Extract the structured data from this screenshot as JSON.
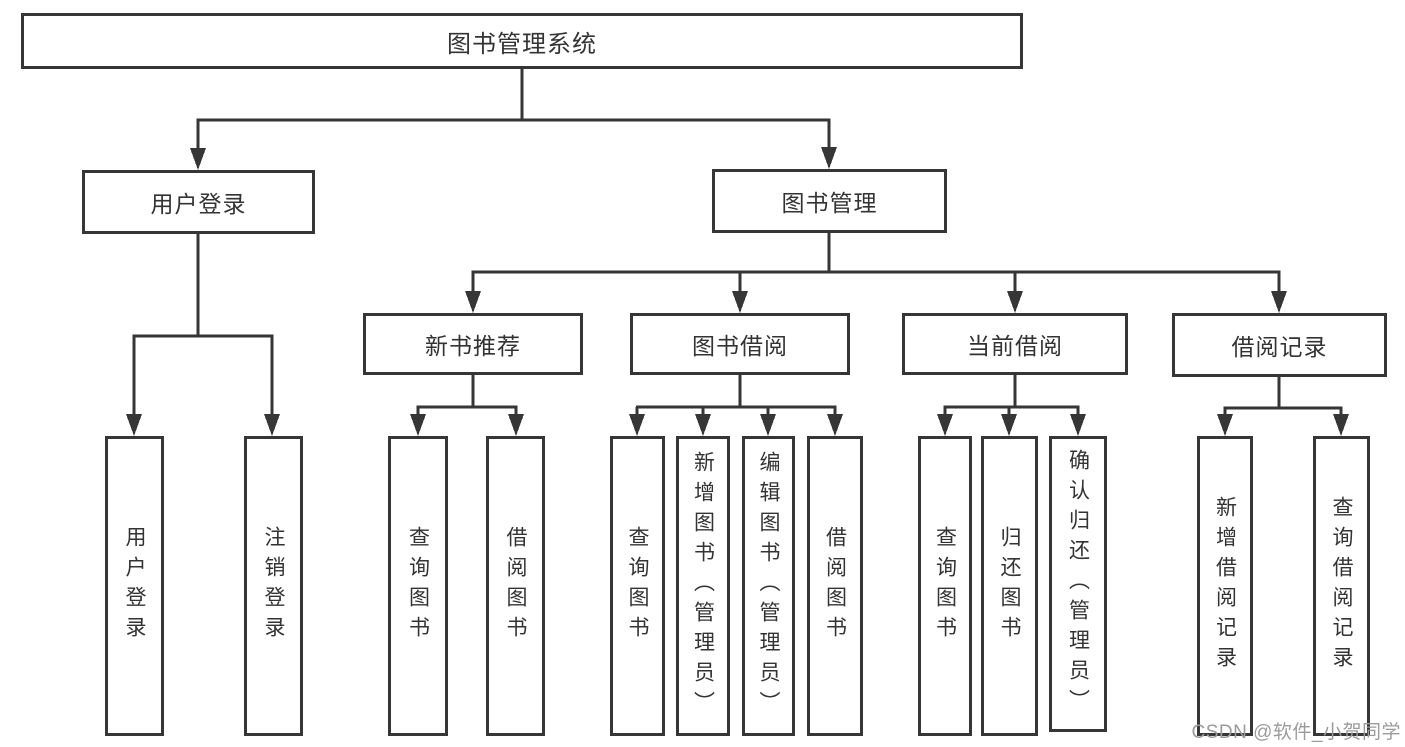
{
  "diagram_type": "hierarchy-tree",
  "colors": {
    "background": "#ffffff",
    "box_border": "#363636",
    "connector_line": "#363636",
    "text": "#333333",
    "watermark_text": "#9b9b9b"
  },
  "nodes": {
    "root": {
      "label": "图书管理系统"
    },
    "user_login": {
      "label": "用户登录"
    },
    "book_mgmt": {
      "label": "图书管理"
    },
    "new_book_rec": {
      "label": "新书推荐"
    },
    "book_borrow": {
      "label": "图书借阅"
    },
    "current_borrow": {
      "label": "当前借阅"
    },
    "borrow_record": {
      "label": "借阅记录"
    }
  },
  "leaves": {
    "login": "用户登录",
    "logout": "注销登录",
    "nb_query": "查询图书",
    "nb_borrow": "借阅图书",
    "bb_query": "查询图书",
    "bb_add": "新增图书（管理员）",
    "bb_edit": "编辑图书（管理员）",
    "bb_borrow": "借阅图书",
    "cb_query": "查询图书",
    "cb_return": "归还图书",
    "cb_confirm": "确认归还（管理员）",
    "br_add": "新增借阅记录",
    "br_query": "查询借阅记录"
  },
  "watermark": "CSDN @软件_小贺同学"
}
